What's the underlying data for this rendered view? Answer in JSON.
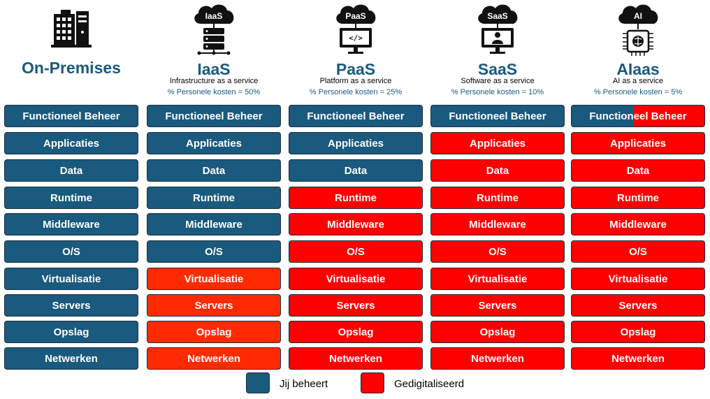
{
  "colors": {
    "managed": "#1a5a7e",
    "digitized": "#ff0000",
    "digitized_iaas": "#ff2a00",
    "title": "#1a5a7e",
    "border": "#1d2f3d"
  },
  "columns": [
    {
      "key": "onprem",
      "icon": "building-server-icon",
      "icon_text": "",
      "title": "On-Premises",
      "subtitle": "",
      "cost": "",
      "layers": [
        {
          "label": "Functioneel Beheer",
          "status": "managed"
        },
        {
          "label": "Applicaties",
          "status": "managed"
        },
        {
          "label": "Data",
          "status": "managed"
        },
        {
          "label": "Runtime",
          "status": "managed"
        },
        {
          "label": "Middleware",
          "status": "managed"
        },
        {
          "label": "O/S",
          "status": "managed"
        },
        {
          "label": "Virtualisatie",
          "status": "managed"
        },
        {
          "label": "Servers",
          "status": "managed"
        },
        {
          "label": "Opslag",
          "status": "managed"
        },
        {
          "label": "Netwerken",
          "status": "managed"
        }
      ]
    },
    {
      "key": "iaas",
      "icon": "cloud-server-icon",
      "icon_text": "IaaS",
      "title": "IaaS",
      "subtitle": "Infrastructure as a service",
      "cost": "% Personele kosten = 50%",
      "layers": [
        {
          "label": "Functioneel Beheer",
          "status": "managed"
        },
        {
          "label": "Applicaties",
          "status": "managed"
        },
        {
          "label": "Data",
          "status": "managed"
        },
        {
          "label": "Runtime",
          "status": "managed"
        },
        {
          "label": "Middleware",
          "status": "managed"
        },
        {
          "label": "O/S",
          "status": "managed"
        },
        {
          "label": "Virtualisatie",
          "status": "digitized_iaas"
        },
        {
          "label": "Servers",
          "status": "digitized_iaas"
        },
        {
          "label": "Opslag",
          "status": "digitized_iaas"
        },
        {
          "label": "Netwerken",
          "status": "digitized_iaas"
        }
      ]
    },
    {
      "key": "paas",
      "icon": "cloud-code-monitor-icon",
      "icon_text": "PaaS",
      "title": "PaaS",
      "subtitle": "Platform as a service",
      "cost": "% Personele kosten = 25%",
      "layers": [
        {
          "label": "Functioneel Beheer",
          "status": "managed"
        },
        {
          "label": "Applicaties",
          "status": "managed"
        },
        {
          "label": "Data",
          "status": "managed"
        },
        {
          "label": "Runtime",
          "status": "digitized"
        },
        {
          "label": "Middleware",
          "status": "digitized"
        },
        {
          "label": "O/S",
          "status": "digitized"
        },
        {
          "label": "Virtualisatie",
          "status": "digitized"
        },
        {
          "label": "Servers",
          "status": "digitized"
        },
        {
          "label": "Opslag",
          "status": "digitized"
        },
        {
          "label": "Netwerken",
          "status": "digitized"
        }
      ]
    },
    {
      "key": "saas",
      "icon": "cloud-user-monitor-icon",
      "icon_text": "SaaS",
      "title": "SaaS",
      "subtitle": "Software as a service",
      "cost": "% Personele kosten = 10%",
      "layers": [
        {
          "label": "Functioneel Beheer",
          "status": "managed"
        },
        {
          "label": "Applicaties",
          "status": "digitized"
        },
        {
          "label": "Data",
          "status": "digitized"
        },
        {
          "label": "Runtime",
          "status": "digitized"
        },
        {
          "label": "Middleware",
          "status": "digitized"
        },
        {
          "label": "O/S",
          "status": "digitized"
        },
        {
          "label": "Virtualisatie",
          "status": "digitized"
        },
        {
          "label": "Servers",
          "status": "digitized"
        },
        {
          "label": "Opslag",
          "status": "digitized"
        },
        {
          "label": "Netwerken",
          "status": "digitized"
        }
      ]
    },
    {
      "key": "aiaas",
      "icon": "cloud-ai-chip-icon",
      "icon_text": "AI",
      "title": "AIaas",
      "subtitle": "AI as a service",
      "cost": "% Personele kosten = 5%",
      "layers": [
        {
          "label": "Functioneel Beheer",
          "status": "split"
        },
        {
          "label": "Applicaties",
          "status": "digitized"
        },
        {
          "label": "Data",
          "status": "digitized"
        },
        {
          "label": "Runtime",
          "status": "digitized"
        },
        {
          "label": "Middleware",
          "status": "digitized"
        },
        {
          "label": "O/S",
          "status": "digitized"
        },
        {
          "label": "Virtualisatie",
          "status": "digitized"
        },
        {
          "label": "Servers",
          "status": "digitized"
        },
        {
          "label": "Opslag",
          "status": "digitized"
        },
        {
          "label": "Netwerken",
          "status": "digitized"
        }
      ]
    }
  ],
  "legend": {
    "managed_label": "Jij beheert",
    "digitized_label": "Gedigitaliseerd"
  }
}
